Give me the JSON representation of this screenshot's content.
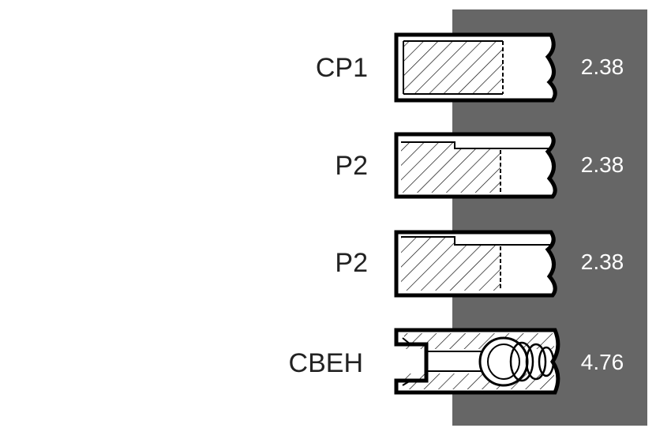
{
  "colors": {
    "background": "#ffffff",
    "value_panel": "#666666",
    "outline": "#000000",
    "ring_fill": "#ffffff",
    "label_text": "#222222",
    "value_text": "#ffffff"
  },
  "rings": [
    {
      "label": "CP1",
      "thickness": "2.38"
    },
    {
      "label": "P2",
      "thickness": "2.38"
    },
    {
      "label": "P2",
      "thickness": "2.38"
    },
    {
      "label": "CBEH",
      "thickness": "4.76"
    }
  ]
}
